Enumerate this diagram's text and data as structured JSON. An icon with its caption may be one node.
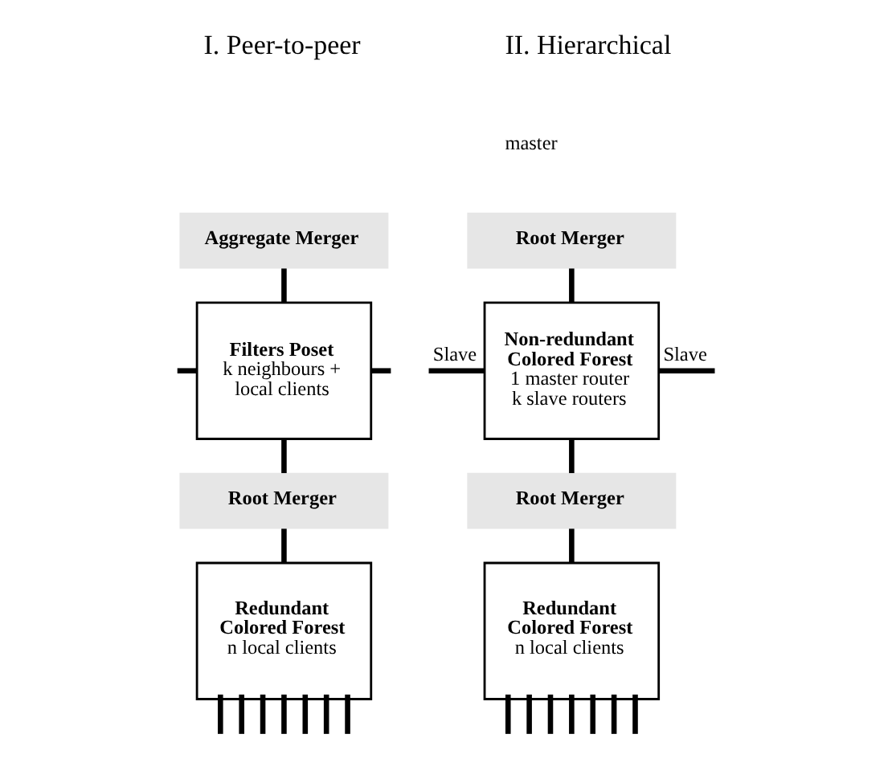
{
  "diagram": {
    "nodes": [
      {
        "text": [
          "Aggregate Merger"
        ]
      },
      {
        "text": [
          "Filters Poset",
          "k neighbours + local clients"
        ]
      },
      {
        "text": [
          "Root Merger"
        ]
      },
      {
        "text": [
          "Redundant Colored Forest",
          "n local clients"
        ]
      },
      {
        "text": [
          "Root Merger"
        ],
        "beside": [
          "master"
        ]
      },
      {
        "text": [
          "Non-redundant Colored Forest",
          "1 master router k slave routers"
        ]
      },
      {
        "text": [
          "Root Merger"
        ]
      },
      {
        "text": [
          "Redundant Colored Forest",
          "n local clients"
        ]
      }
    ],
    "edges": [
      {
        "from": 0,
        "to": 1,
        "arrow": "none"
      },
      {
        "from": null,
        "to": 1,
        "arrow": "none"
      },
      {
        "from": null,
        "to": 1,
        "arrow": "none"
      },
      {
        "from": 1,
        "to": 2,
        "arrow": "none"
      },
      {
        "from": 2,
        "to": 3,
        "arrow": "none"
      },
      {
        "from": 3,
        "to": null,
        "arrow": "none"
      },
      {
        "from": 3,
        "to": null,
        "arrow": "none"
      },
      {
        "from": 3,
        "to": null,
        "arrow": "none"
      },
      {
        "from": 3,
        "to": null,
        "arrow": "none"
      },
      {
        "from": 3,
        "to": null,
        "arrow": "none"
      },
      {
        "from": 3,
        "to": null,
        "arrow": "none"
      },
      {
        "from": 3,
        "to": null,
        "arrow": "none"
      },
      {
        "from": 4,
        "to": 5,
        "arrow": "none"
      },
      {
        "from": null,
        "to": 5,
        "label": "Slave",
        "arrow": "none"
      },
      {
        "from": null,
        "to": 5,
        "label": "Slave",
        "arrow": "none"
      },
      {
        "from": 5,
        "to": 6,
        "arrow": "none"
      },
      {
        "from": 6,
        "to": 7,
        "arrow": "none"
      },
      {
        "from": 7,
        "to": null,
        "arrow": "none"
      },
      {
        "from": 7,
        "to": null,
        "arrow": "none"
      },
      {
        "from": 7,
        "to": null,
        "arrow": "none"
      },
      {
        "from": 7,
        "to": null,
        "arrow": "none"
      },
      {
        "from": 7,
        "to": null,
        "arrow": "none"
      },
      {
        "from": 7,
        "to": null,
        "arrow": "none"
      },
      {
        "from": 7,
        "to": null,
        "arrow": "none"
      }
    ],
    "labels": [
      "I. Peer-to-peer",
      "II. Hierarchical"
    ]
  }
}
